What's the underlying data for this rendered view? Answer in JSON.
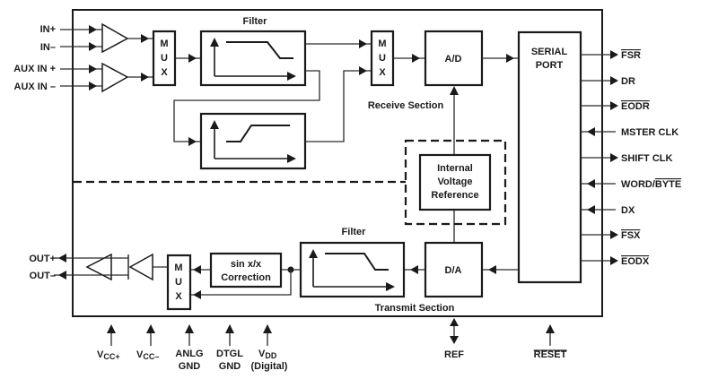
{
  "inputs": {
    "in_plus": "IN+",
    "in_minus": "IN–",
    "aux_in_plus": "AUX IN +",
    "aux_in_minus": "AUX IN –"
  },
  "outputs": {
    "out_plus": "OUT+",
    "out_minus": "OUT–"
  },
  "blocks": {
    "mux_letters": [
      "M",
      "U",
      "X"
    ],
    "rx_filter_label": "Filter",
    "tx_filter_label": "Filter",
    "ad": "A/D",
    "da": "D/A",
    "serial_port": [
      "SERIAL",
      "PORT"
    ],
    "vref": [
      "Internal",
      "Voltage",
      "Reference"
    ],
    "sinx": [
      "sin x/x",
      "Correction"
    ]
  },
  "sections": {
    "receive": "Receive Section",
    "transmit": "Transmit Section"
  },
  "serial_pins": [
    {
      "label": "FSR",
      "overline": true,
      "dir": "out"
    },
    {
      "label": "DR",
      "overline": false,
      "dir": "out"
    },
    {
      "label": "EODR",
      "overline": true,
      "dir": "out"
    },
    {
      "label": "MSTER CLK",
      "overline": false,
      "dir": "in"
    },
    {
      "label": "SHIFT CLK",
      "overline": false,
      "dir": "out"
    },
    {
      "label_plain": "WORD/",
      "label_over": "BYTE",
      "dir": "in"
    },
    {
      "label": "DX",
      "overline": false,
      "dir": "in"
    },
    {
      "label": "FSX",
      "overline": true,
      "dir": "out"
    },
    {
      "label": "EODX",
      "overline": true,
      "dir": "out"
    }
  ],
  "bottom_pins": {
    "vcc_plus": {
      "main": "V",
      "sub": "CC+"
    },
    "vcc_minus": {
      "main": "V",
      "sub": "CC–"
    },
    "anlg_gnd": [
      "ANLG",
      "GND"
    ],
    "dtgl_gnd": [
      "DTGL",
      "GND"
    ],
    "vdd": {
      "main": "V",
      "sub": "DD",
      "note": "(Digital)"
    },
    "ref": "REF",
    "reset": "RESET"
  }
}
